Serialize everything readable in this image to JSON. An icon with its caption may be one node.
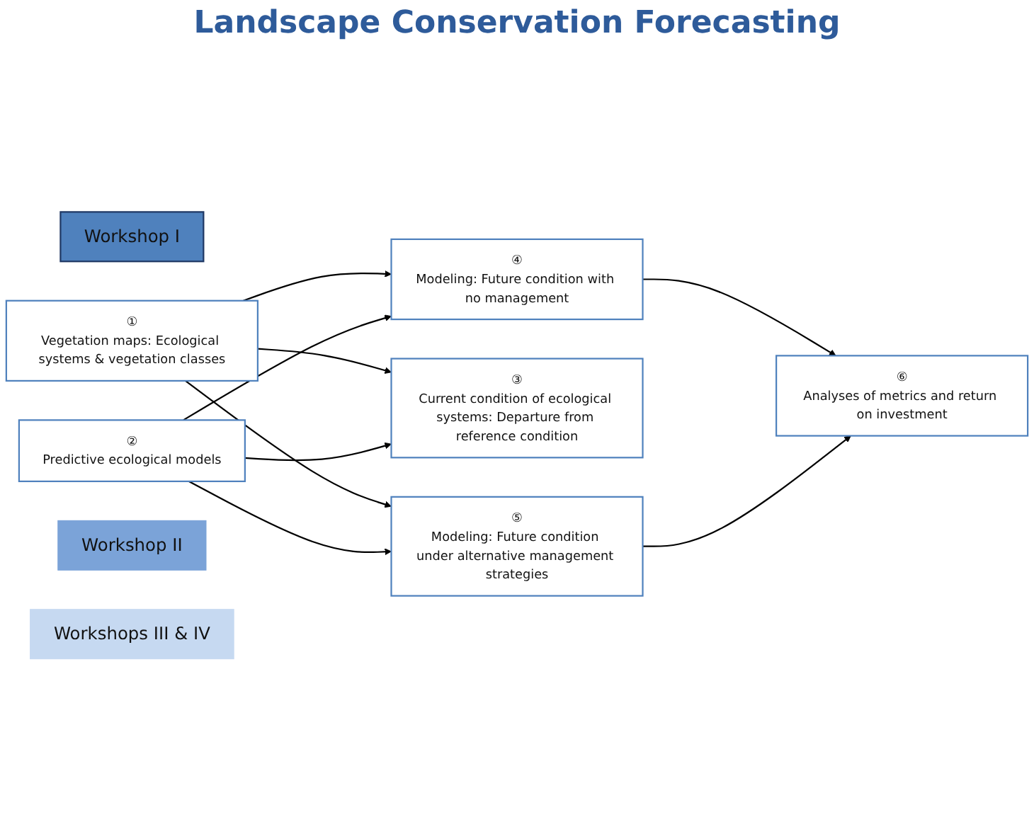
{
  "diagram": {
    "title": "Landscape Conservation Forecasting",
    "nodes": [
      {
        "text": [
          "Workshop I"
        ]
      },
      {
        "text": [
          "①",
          "Vegetation maps: Ecological systems & vegetation classes"
        ]
      },
      {
        "text": [
          "③",
          "Current condition of ecological systems: Departure from reference condition"
        ]
      },
      {
        "text": [
          "②",
          "Predictive ecological models"
        ]
      },
      {
        "text": [
          "Workshop II"
        ]
      },
      {
        "text": [
          "④",
          "Modeling: Future condition with no management"
        ]
      },
      {
        "text": [
          "⑤",
          "Modeling: Future condition under alternative management strategies"
        ]
      },
      {
        "text": [
          "⑥",
          "Analyses of metrics and return on investment"
        ]
      },
      {
        "text": [
          "Workshops III & IV"
        ]
      }
    ],
    "edges": [
      {
        "from": 1,
        "to": 2,
        "arrow": "to"
      },
      {
        "from": 3,
        "to": 2,
        "arrow": "to"
      },
      {
        "from": 1,
        "to": 5,
        "arrow": "to"
      },
      {
        "from": 1,
        "to": 6,
        "arrow": "to"
      },
      {
        "from": 3,
        "to": 5,
        "arrow": "to"
      },
      {
        "from": 3,
        "to": 6,
        "arrow": "to"
      },
      {
        "from": 5,
        "to": 7,
        "arrow": "to"
      },
      {
        "from": 6,
        "to": 7,
        "arrow": "to"
      }
    ]
  }
}
